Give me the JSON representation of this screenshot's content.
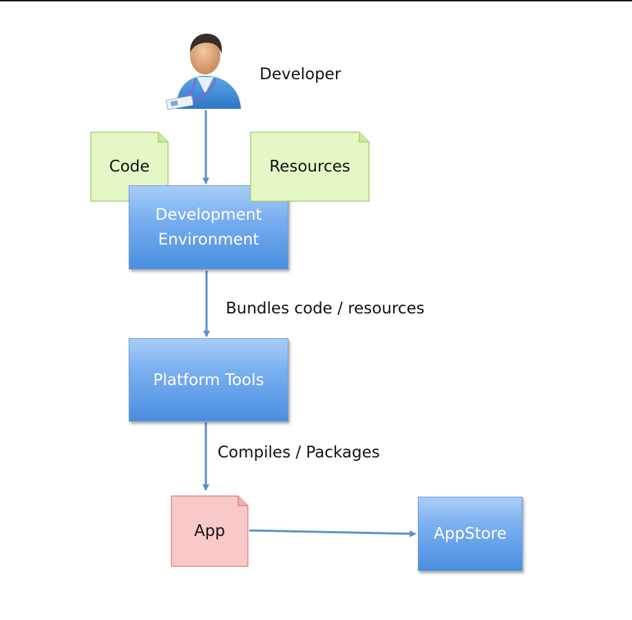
{
  "developer": {
    "label": "Developer",
    "icon": "developer-person-icon"
  },
  "nodes": {
    "code": "Code",
    "resources": "Resources",
    "dev_env_line1": "Development",
    "dev_env_line2": "Environment",
    "platform_tools": "Platform Tools",
    "app": "App",
    "appstore": "AppStore"
  },
  "edges": {
    "bundles": "Bundles code / resources",
    "compiles": "Compiles / Packages"
  },
  "colors": {
    "process_blue": "#5b9be6",
    "document_green": "#e6f7c6",
    "document_red": "#f9c9c9",
    "arrow": "#5b8fcc"
  }
}
